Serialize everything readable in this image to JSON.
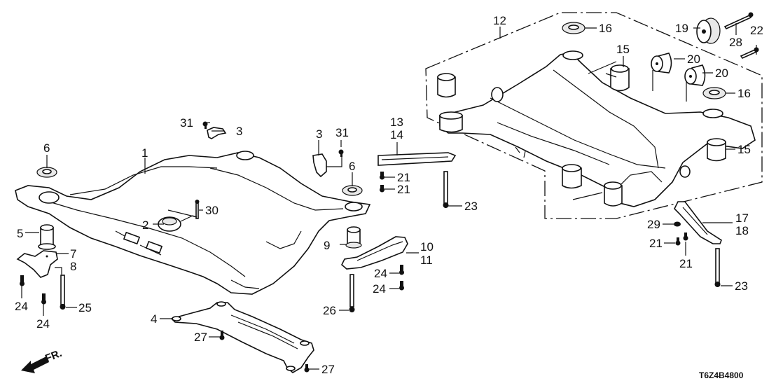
{
  "diagram": {
    "title": "Front and Rear Sub Frame Assembly",
    "code": "T6Z4B4800",
    "direction_label": "FR.",
    "callouts": [
      {
        "id": "c1",
        "label": "1"
      },
      {
        "id": "c2",
        "label": "2"
      },
      {
        "id": "c3a",
        "label": "3"
      },
      {
        "id": "c3b",
        "label": "3"
      },
      {
        "id": "c4",
        "label": "4"
      },
      {
        "id": "c5",
        "label": "5"
      },
      {
        "id": "c6a",
        "label": "6"
      },
      {
        "id": "c6b",
        "label": "6"
      },
      {
        "id": "c7",
        "label": "7"
      },
      {
        "id": "c8",
        "label": "8"
      },
      {
        "id": "c9",
        "label": "9"
      },
      {
        "id": "c10",
        "label": "10"
      },
      {
        "id": "c11",
        "label": "11"
      },
      {
        "id": "c12",
        "label": "12"
      },
      {
        "id": "c13",
        "label": "13"
      },
      {
        "id": "c14",
        "label": "14"
      },
      {
        "id": "c15a",
        "label": "15"
      },
      {
        "id": "c15b",
        "label": "15"
      },
      {
        "id": "c16a",
        "label": "16"
      },
      {
        "id": "c16b",
        "label": "16"
      },
      {
        "id": "c17",
        "label": "17"
      },
      {
        "id": "c18",
        "label": "18"
      },
      {
        "id": "c19",
        "label": "19"
      },
      {
        "id": "c20a",
        "label": "20"
      },
      {
        "id": "c20b",
        "label": "20"
      },
      {
        "id": "c21a",
        "label": "21"
      },
      {
        "id": "c21b",
        "label": "21"
      },
      {
        "id": "c21c",
        "label": "21"
      },
      {
        "id": "c21d",
        "label": "21"
      },
      {
        "id": "c22",
        "label": "22"
      },
      {
        "id": "c23a",
        "label": "23"
      },
      {
        "id": "c23b",
        "label": "23"
      },
      {
        "id": "c24a",
        "label": "24"
      },
      {
        "id": "c24b",
        "label": "24"
      },
      {
        "id": "c24c",
        "label": "24"
      },
      {
        "id": "c24d",
        "label": "24"
      },
      {
        "id": "c25",
        "label": "25"
      },
      {
        "id": "c26",
        "label": "26"
      },
      {
        "id": "c27a",
        "label": "27"
      },
      {
        "id": "c27b",
        "label": "27"
      },
      {
        "id": "c28",
        "label": "28"
      },
      {
        "id": "c29",
        "label": "29"
      },
      {
        "id": "c30",
        "label": "30"
      },
      {
        "id": "c31a",
        "label": "31"
      },
      {
        "id": "c31b",
        "label": "31"
      }
    ]
  }
}
